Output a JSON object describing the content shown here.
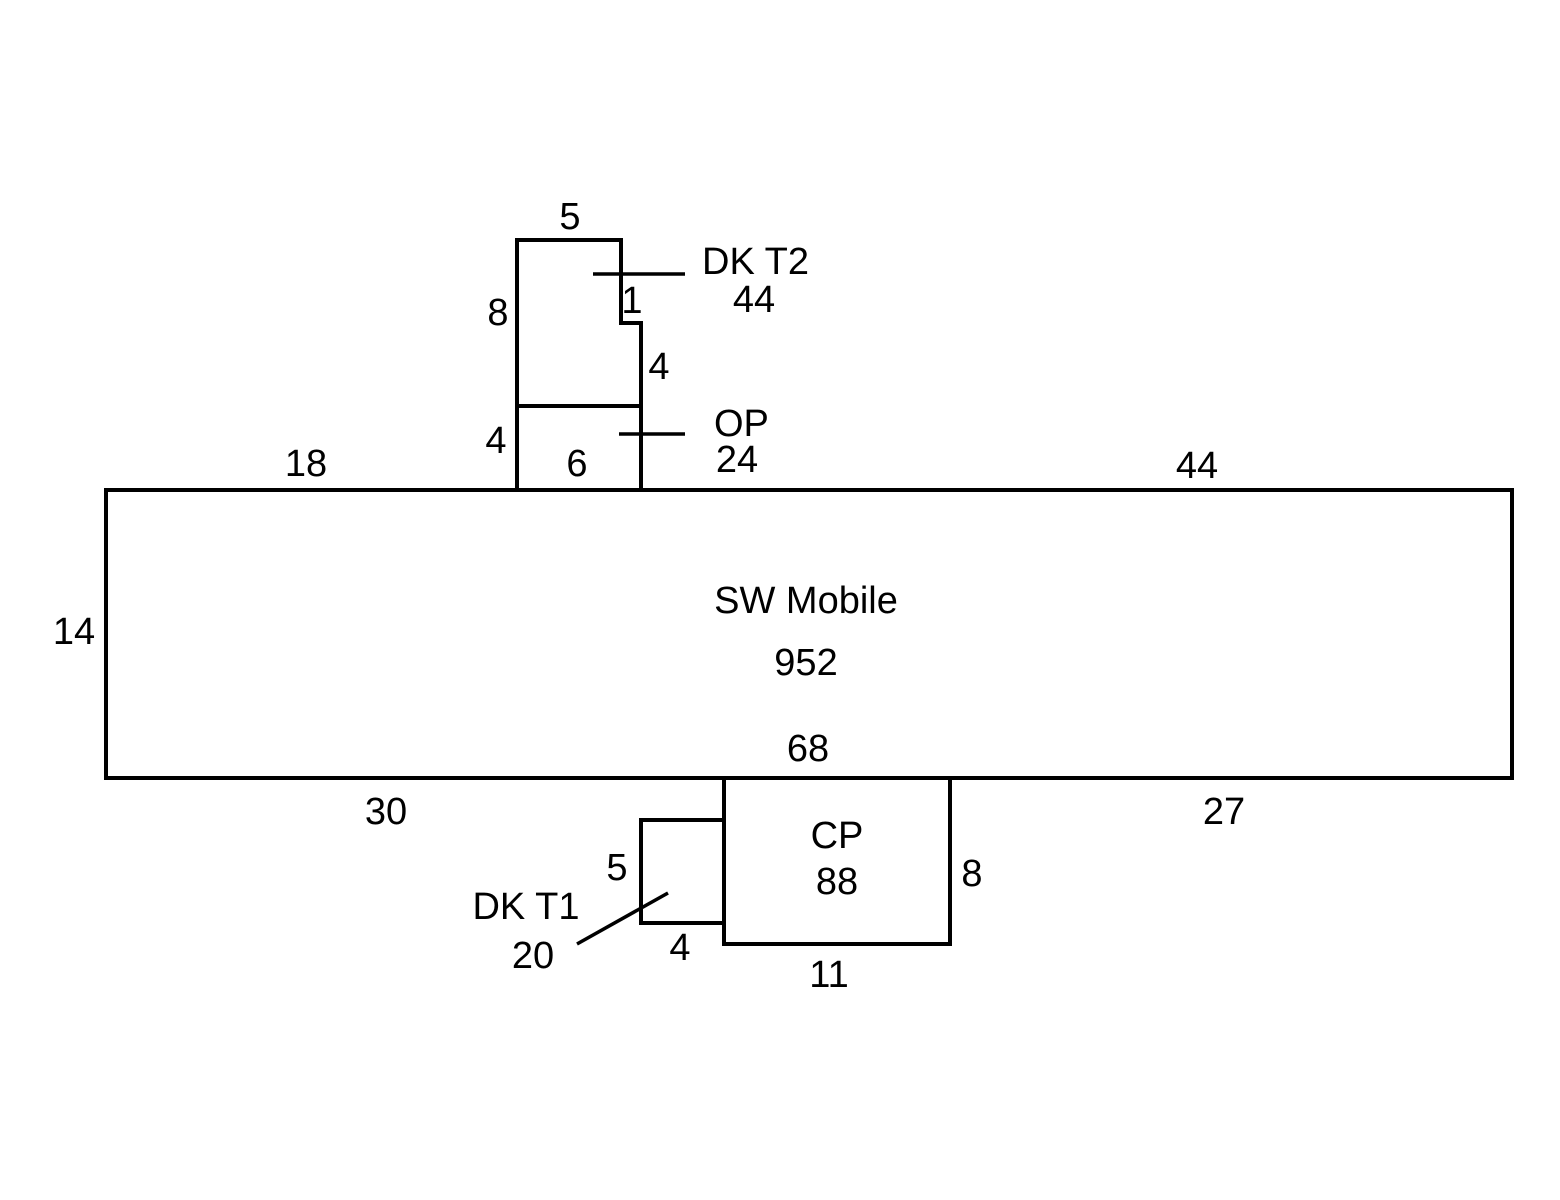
{
  "colors": {
    "line": "#000000",
    "background": "#ffffff"
  },
  "areas": {
    "main": {
      "name": "SW Mobile",
      "area": "952"
    },
    "dk_t2": {
      "name": "DK T2",
      "area": "44"
    },
    "op": {
      "name": "OP",
      "area": "24"
    },
    "cp": {
      "name": "CP",
      "area": "88"
    },
    "dk_t1": {
      "name": "DK T1",
      "area": "20"
    }
  },
  "dimensions": {
    "main_top_left": "18",
    "main_top_right": "44",
    "main_left": "14",
    "main_bottom_left": "30",
    "main_bottom_right": "27",
    "main_bottom_joint": "68",
    "dk_t2_top": "5",
    "dk_t2_left": "8",
    "dk_t2_step": "1",
    "dk_t2_right": "4",
    "op_left": "4",
    "op_bottom": "6",
    "cp_right": "8",
    "cp_bottom": "11",
    "dk_t1_left": "5",
    "dk_t1_bottom": "4"
  }
}
